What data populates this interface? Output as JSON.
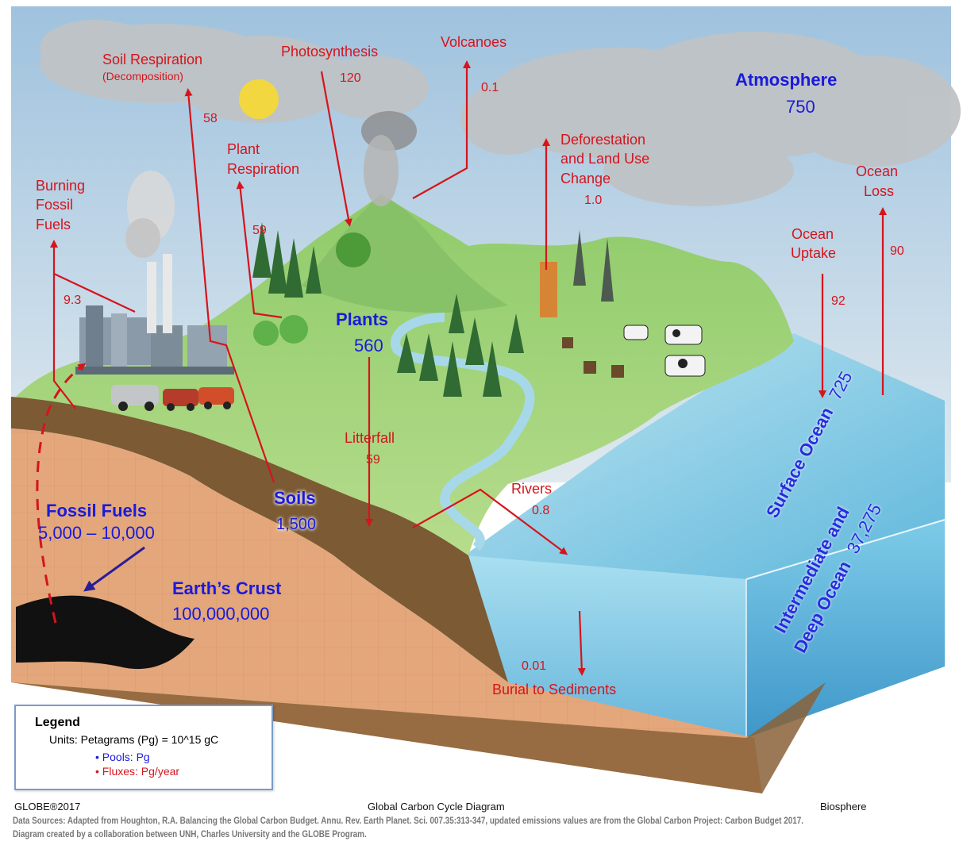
{
  "atmosphere": {
    "label": "Atmosphere",
    "value": "750"
  },
  "fluxes": {
    "soil_respiration": {
      "label": "Soil Respiration",
      "sub": "(Decomposition)",
      "value": "58"
    },
    "photosynthesis": {
      "label": "Photosynthesis",
      "value": "120"
    },
    "volcanoes": {
      "label": "Volcanoes",
      "value": "0.1"
    },
    "plant_respiration": {
      "line1": "Plant",
      "line2": "Respiration",
      "value": "59"
    },
    "deforestation": {
      "line1": "Deforestation",
      "line2": "and Land Use",
      "line3": "Change",
      "value": "1.0"
    },
    "ocean_loss": {
      "line1": "Ocean",
      "line2": "Loss",
      "value": "90"
    },
    "ocean_uptake": {
      "line1": "Ocean",
      "line2": "Uptake",
      "value": "92"
    },
    "burning_fossil": {
      "line1": "Burning",
      "line2": "Fossil",
      "line3": "Fuels",
      "value": "9.3"
    },
    "litterfall": {
      "label": "Litterfall",
      "value": "59"
    },
    "rivers": {
      "label": "Rivers",
      "value": "0.8"
    },
    "burial": {
      "label": "Burial to Sediments",
      "value": "0.01"
    }
  },
  "pools": {
    "plants": {
      "label": "Plants",
      "value": "560"
    },
    "soils": {
      "label": "Soils",
      "value": "1,500"
    },
    "fossil_fuels": {
      "label": "Fossil Fuels",
      "value": "5,000 – 10,000"
    },
    "earths_crust": {
      "label": "Earth’s Crust",
      "value": "100,000,000"
    },
    "surface_ocean": {
      "label": "Surface Ocean",
      "value": "725"
    },
    "deep_ocean": {
      "line1": "Intermediate and",
      "line2": "Deep Ocean",
      "value": "37,275"
    }
  },
  "legend": {
    "title": "Legend",
    "units": "Units: Petagrams (Pg) = 10^15 gC",
    "pools": "•  Pools: Pg",
    "fluxes": "•  Fluxes:  Pg/year"
  },
  "footer": {
    "left": "GLOBE®2017",
    "center": "Global Carbon Cycle Diagram",
    "right": "Biosphere",
    "source1": "Data Sources: Adapted from Houghton, R.A.  Balancing the Global Carbon Budget. Annu. Rev. Earth Planet. Sci. 007.35:313-347, updated emissions values are from the Global Carbon Project: Carbon Budget 2017.",
    "source2": "Diagram created by a collaboration between UNH, Charles University and the GLOBE Program."
  },
  "colors": {
    "flux": "#d6141c",
    "pool": "#1a1adb",
    "sky": "#b5d3e8",
    "land": "#a6d37a",
    "soil": "#e3a77b",
    "ocean": "#6fc3e3"
  }
}
